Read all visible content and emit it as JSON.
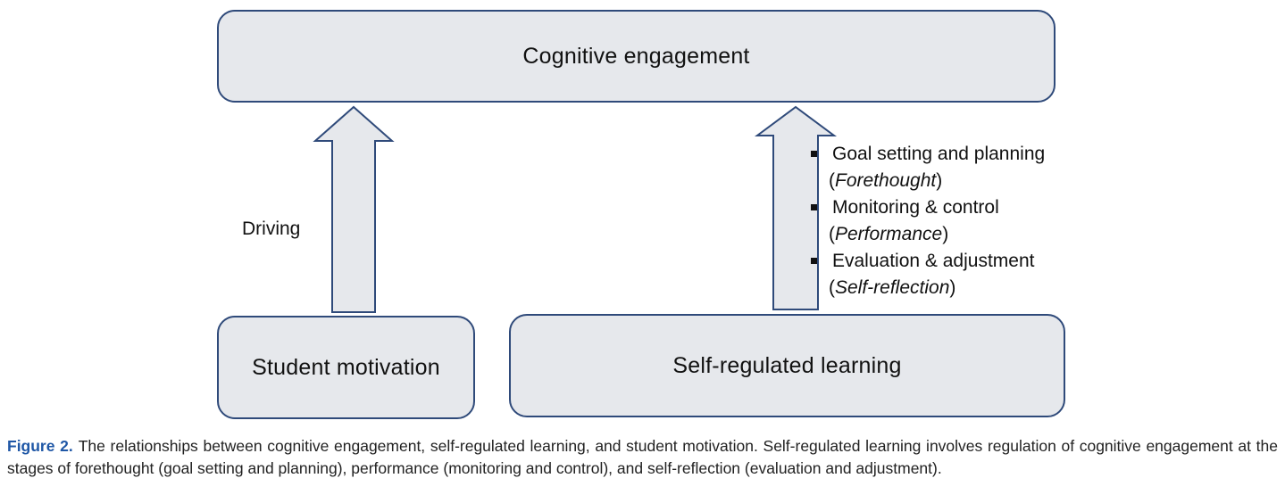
{
  "diagram": {
    "top_box": "Cognitive engagement",
    "left_box": "Student motivation",
    "right_box": "Self-regulated learning",
    "left_arrow_label": "Driving",
    "right_arrow_items": [
      {
        "text": "Goal setting and planning",
        "phase": "Forethought"
      },
      {
        "text": "Monitoring & control",
        "phase": "Performance"
      },
      {
        "text": "Evaluation & adjustment",
        "phase": "Self-reflection"
      }
    ]
  },
  "caption": {
    "figure_label": "Figure 2.",
    "text": "The relationships between cognitive engagement, self-regulated learning, and student motivation. Self-regulated learning involves regulation of cognitive engagement at the stages of forethought (goal setting and planning), performance (monitoring and control), and self-reflection (evaluation and adjustment)."
  },
  "colors": {
    "box_fill": "#e6e8ec",
    "box_border": "#2f4a7a",
    "caption_label": "#1f57a6"
  }
}
